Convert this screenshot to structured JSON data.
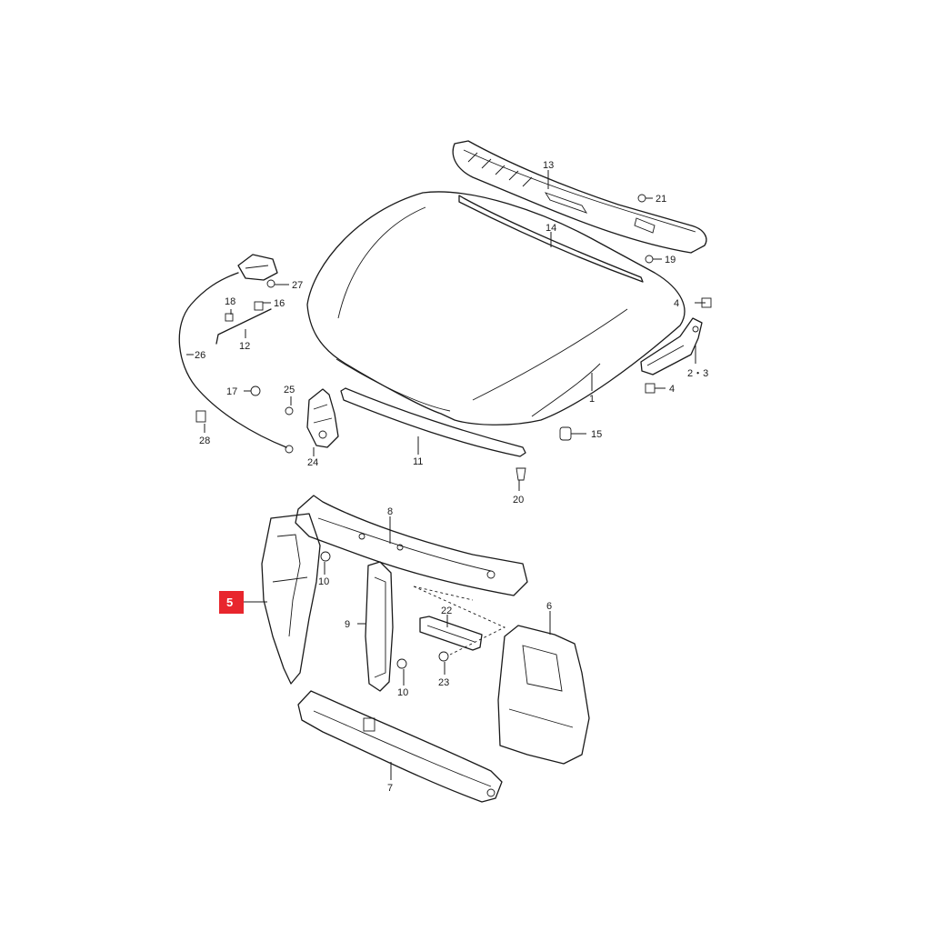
{
  "highlight": {
    "label": "5",
    "color": "#e8262d"
  },
  "callouts": {
    "p1": "1",
    "p2_3": "2・3",
    "p4a": "4",
    "p4b": "4",
    "p6": "6",
    "p7": "7",
    "p8": "8",
    "p9": "9",
    "p10a": "10",
    "p10b": "10",
    "p11": "11",
    "p12": "12",
    "p13": "13",
    "p14": "14",
    "p15": "15",
    "p16": "16",
    "p17": "17",
    "p18": "18",
    "p19": "19",
    "p20": "20",
    "p21": "21",
    "p22": "22",
    "p23": "23",
    "p24": "24",
    "p25": "25",
    "p26": "26",
    "p27": "27",
    "p28": "28"
  }
}
